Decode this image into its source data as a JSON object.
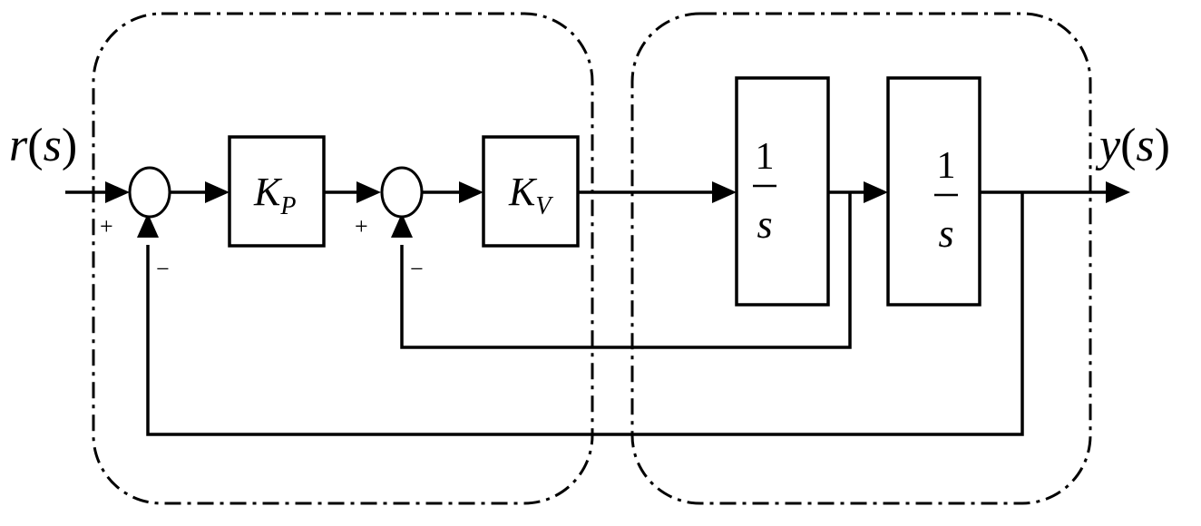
{
  "input_label": {
    "var": "r",
    "lparen": "(",
    "arg": "s",
    "rparen": ")"
  },
  "output_label": {
    "var": "y",
    "lparen": "(",
    "arg": "s",
    "rparen": ")"
  },
  "blocks": {
    "kp": {
      "main": "K",
      "sub": "P"
    },
    "kv": {
      "main": "K",
      "sub": "V"
    },
    "int1": {
      "num": "1",
      "den": "s"
    },
    "int2": {
      "num": "1",
      "den": "s"
    }
  },
  "sum1": {
    "plus": "+",
    "minus": "−"
  },
  "sum2": {
    "plus": "+",
    "minus": "−"
  }
}
